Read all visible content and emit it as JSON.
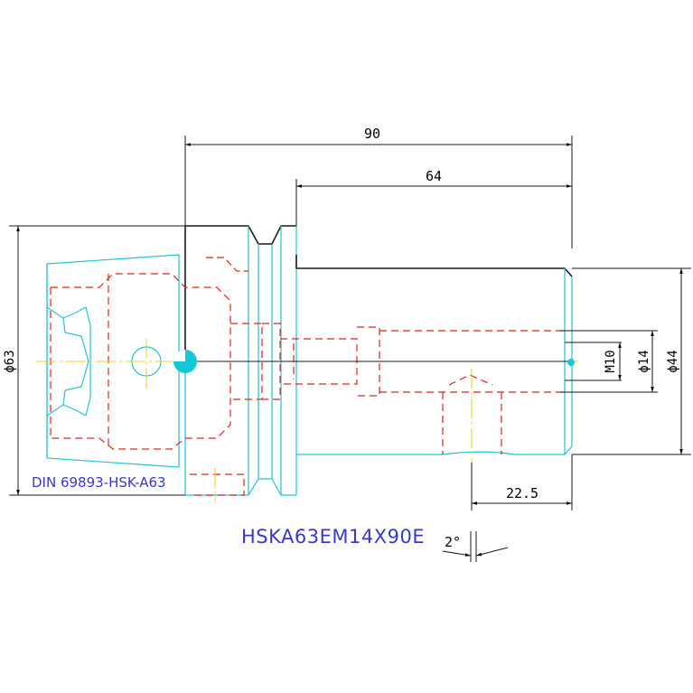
{
  "drawing": {
    "part_number": "HSKA63EM14X90E",
    "standard": "DIN 69893-HSK-A63",
    "taper_angle": "2°",
    "colors": {
      "outline": "#1a1a1a",
      "hidden": "#e0241b",
      "centerline": "#f2d21b",
      "body": "#22c3d6",
      "dimension": "#000000",
      "label_blue": "#3a38c9",
      "highlight": "#14c8d8"
    },
    "dimensions": {
      "overall_length": "90",
      "shank_length": "64",
      "flange_diameter": "ϕ63",
      "shank_diameter": "ϕ44",
      "bore_diameter": "ϕ14",
      "thread": "M10",
      "screw_offset": "22.5"
    }
  }
}
